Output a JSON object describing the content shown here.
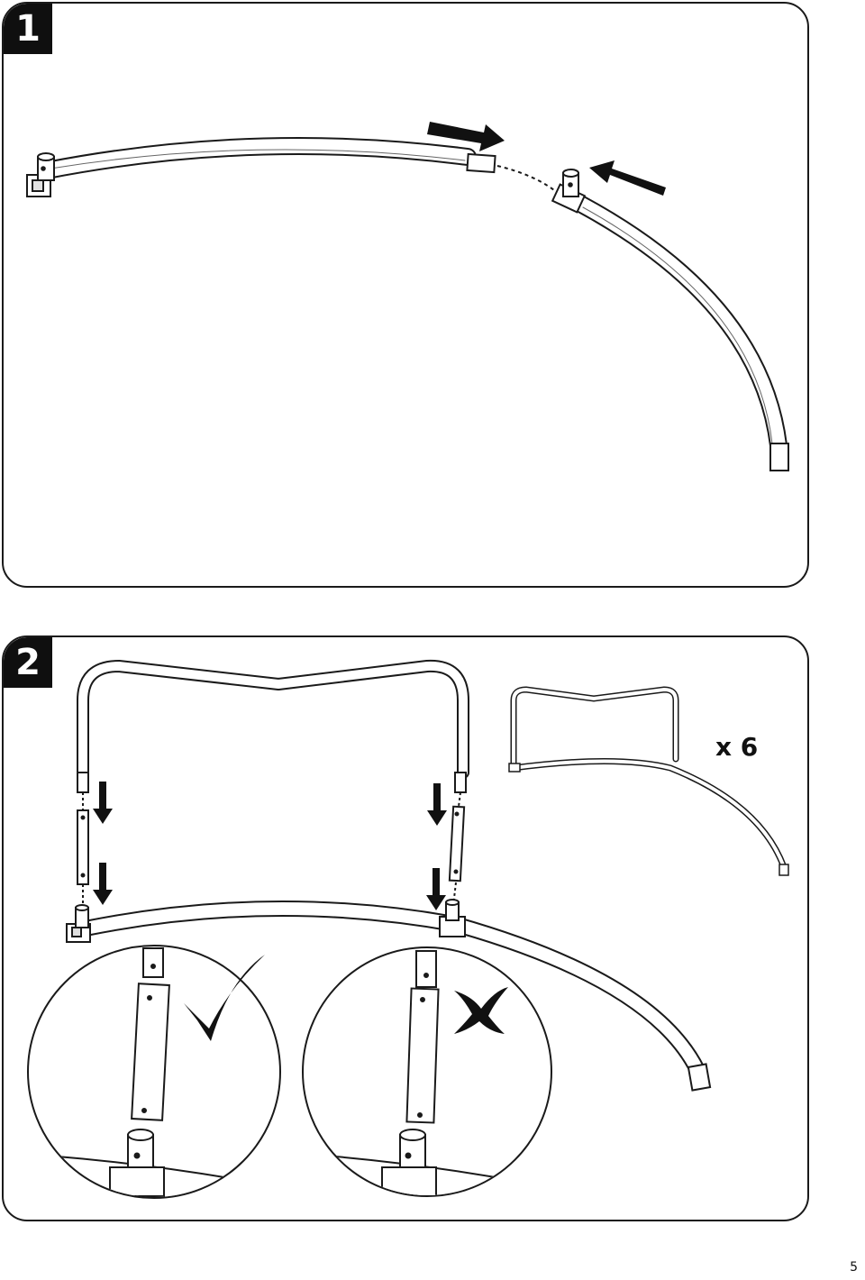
{
  "steps": [
    {
      "number": "1"
    },
    {
      "number": "2",
      "quantity_label": "x 6"
    }
  ],
  "page": {
    "number": "5"
  },
  "icons": {
    "correct": "checkmark-icon",
    "incorrect": "cross-icon",
    "direction": "arrow-icon"
  }
}
